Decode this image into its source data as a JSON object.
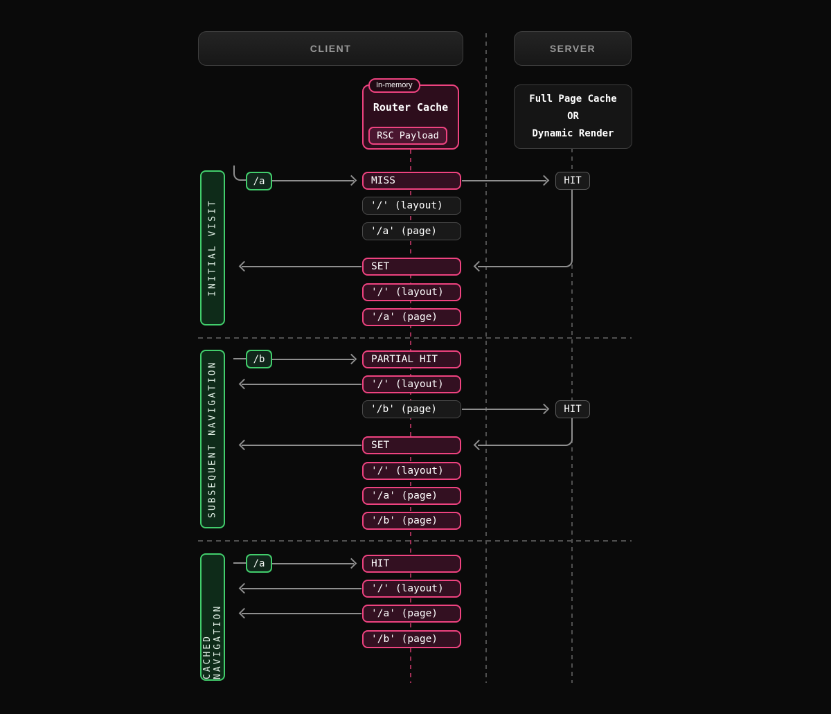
{
  "header": {
    "client": "CLIENT",
    "server": "SERVER"
  },
  "client_cache": {
    "badge": "In-memory",
    "title": "Router Cache",
    "payload": "RSC Payload"
  },
  "server_cache": {
    "lines": [
      "Full Page Cache",
      "OR",
      "Dynamic Render"
    ]
  },
  "sections": [
    {
      "label": "INITIAL VISIT",
      "route": "/a",
      "server_hit": "HIT",
      "boxes": [
        "MISS",
        "'/' (layout)",
        "'/a' (page)",
        "SET",
        "'/' (layout)",
        "'/a' (page)"
      ]
    },
    {
      "label": "SUBSEQUENT NAVIGATION",
      "route": "/b",
      "server_hit": "HIT",
      "boxes": [
        "PARTIAL HIT",
        "'/' (layout)",
        "'/b' (page)",
        "SET",
        "'/' (layout)",
        "'/a' (page)",
        "'/b' (page)"
      ]
    },
    {
      "label": "CACHED NAVIGATION",
      "route": "/a",
      "boxes": [
        "HIT",
        "'/' (layout)",
        "'/a' (page)",
        "'/b' (page)"
      ]
    }
  ],
  "colors": {
    "accent_pink": "#ef4380",
    "pink_fill": "#331021",
    "accent_green": "#42ce6c",
    "arrow_gray": "#8f8f8f",
    "dash_gray": "#505050",
    "dash_pink": "#a23057"
  }
}
